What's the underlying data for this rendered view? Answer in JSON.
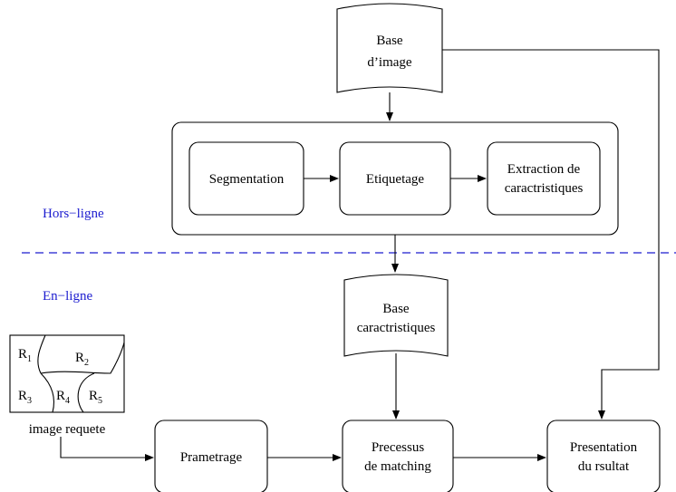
{
  "nodes": {
    "base_image": [
      "Base",
      "d’image"
    ],
    "segmentation": "Segmentation",
    "etiquetage": "Etiquetage",
    "extraction": [
      "Extraction de",
      "caractristiques"
    ],
    "base_caracteristiques": [
      "Base",
      "caractristiques"
    ],
    "prametrage": "Prametrage",
    "processus_matching": [
      "Precessus",
      "de matching"
    ],
    "presentation": [
      "Presentation",
      "du rsultat"
    ]
  },
  "zones": {
    "offline": "Hors−ligne",
    "online": "En−ligne"
  },
  "query_image": {
    "caption": "image requete",
    "regions": [
      {
        "letter": "R",
        "sub": "1"
      },
      {
        "letter": "R",
        "sub": "2"
      },
      {
        "letter": "R",
        "sub": "3"
      },
      {
        "letter": "R",
        "sub": "4"
      },
      {
        "letter": "R",
        "sub": "5"
      }
    ]
  },
  "colors": {
    "zone_label": "#1c1ccf",
    "separator": "#1c1ccf",
    "stroke": "#000000"
  }
}
